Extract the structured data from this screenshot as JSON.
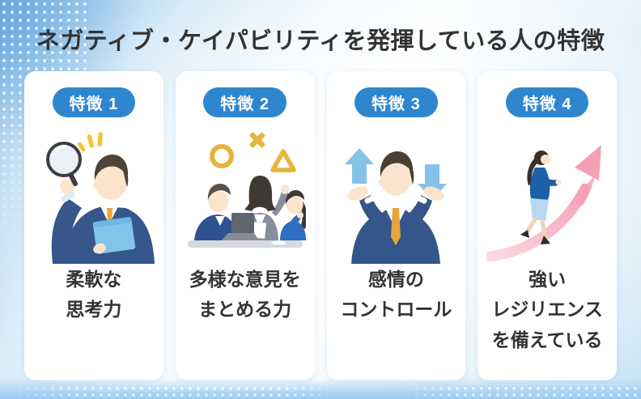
{
  "page": {
    "title": "ネガティブ・ケイパビリティを発揮している人の特徴"
  },
  "colors": {
    "badge_blue": "#2e86cf",
    "text_dark": "#333333",
    "card_bg": "#ffffff",
    "accent_yellow": "#e7b53a",
    "accent_light_blue": "#86c2e7",
    "accent_pink": "#f59fb6",
    "suit_navy": "#34568a"
  },
  "cards": [
    {
      "badge": "特徴 1",
      "caption": "柔軟な\n思考力",
      "illustration": "businessman-holding-magnifying-glass"
    },
    {
      "badge": "特徴 2",
      "caption": "多様な意見を\nまとめる力",
      "illustration": "three-people-meeting-with-circle-x-triangle-symbols"
    },
    {
      "badge": "特徴 3",
      "caption": "感情の\nコントロール",
      "illustration": "man-with-up-and-down-arrows"
    },
    {
      "badge": "特徴 4",
      "caption": "強い\nレジリエンス\nを備えている",
      "illustration": "woman-running-up-rising-arrow"
    }
  ]
}
